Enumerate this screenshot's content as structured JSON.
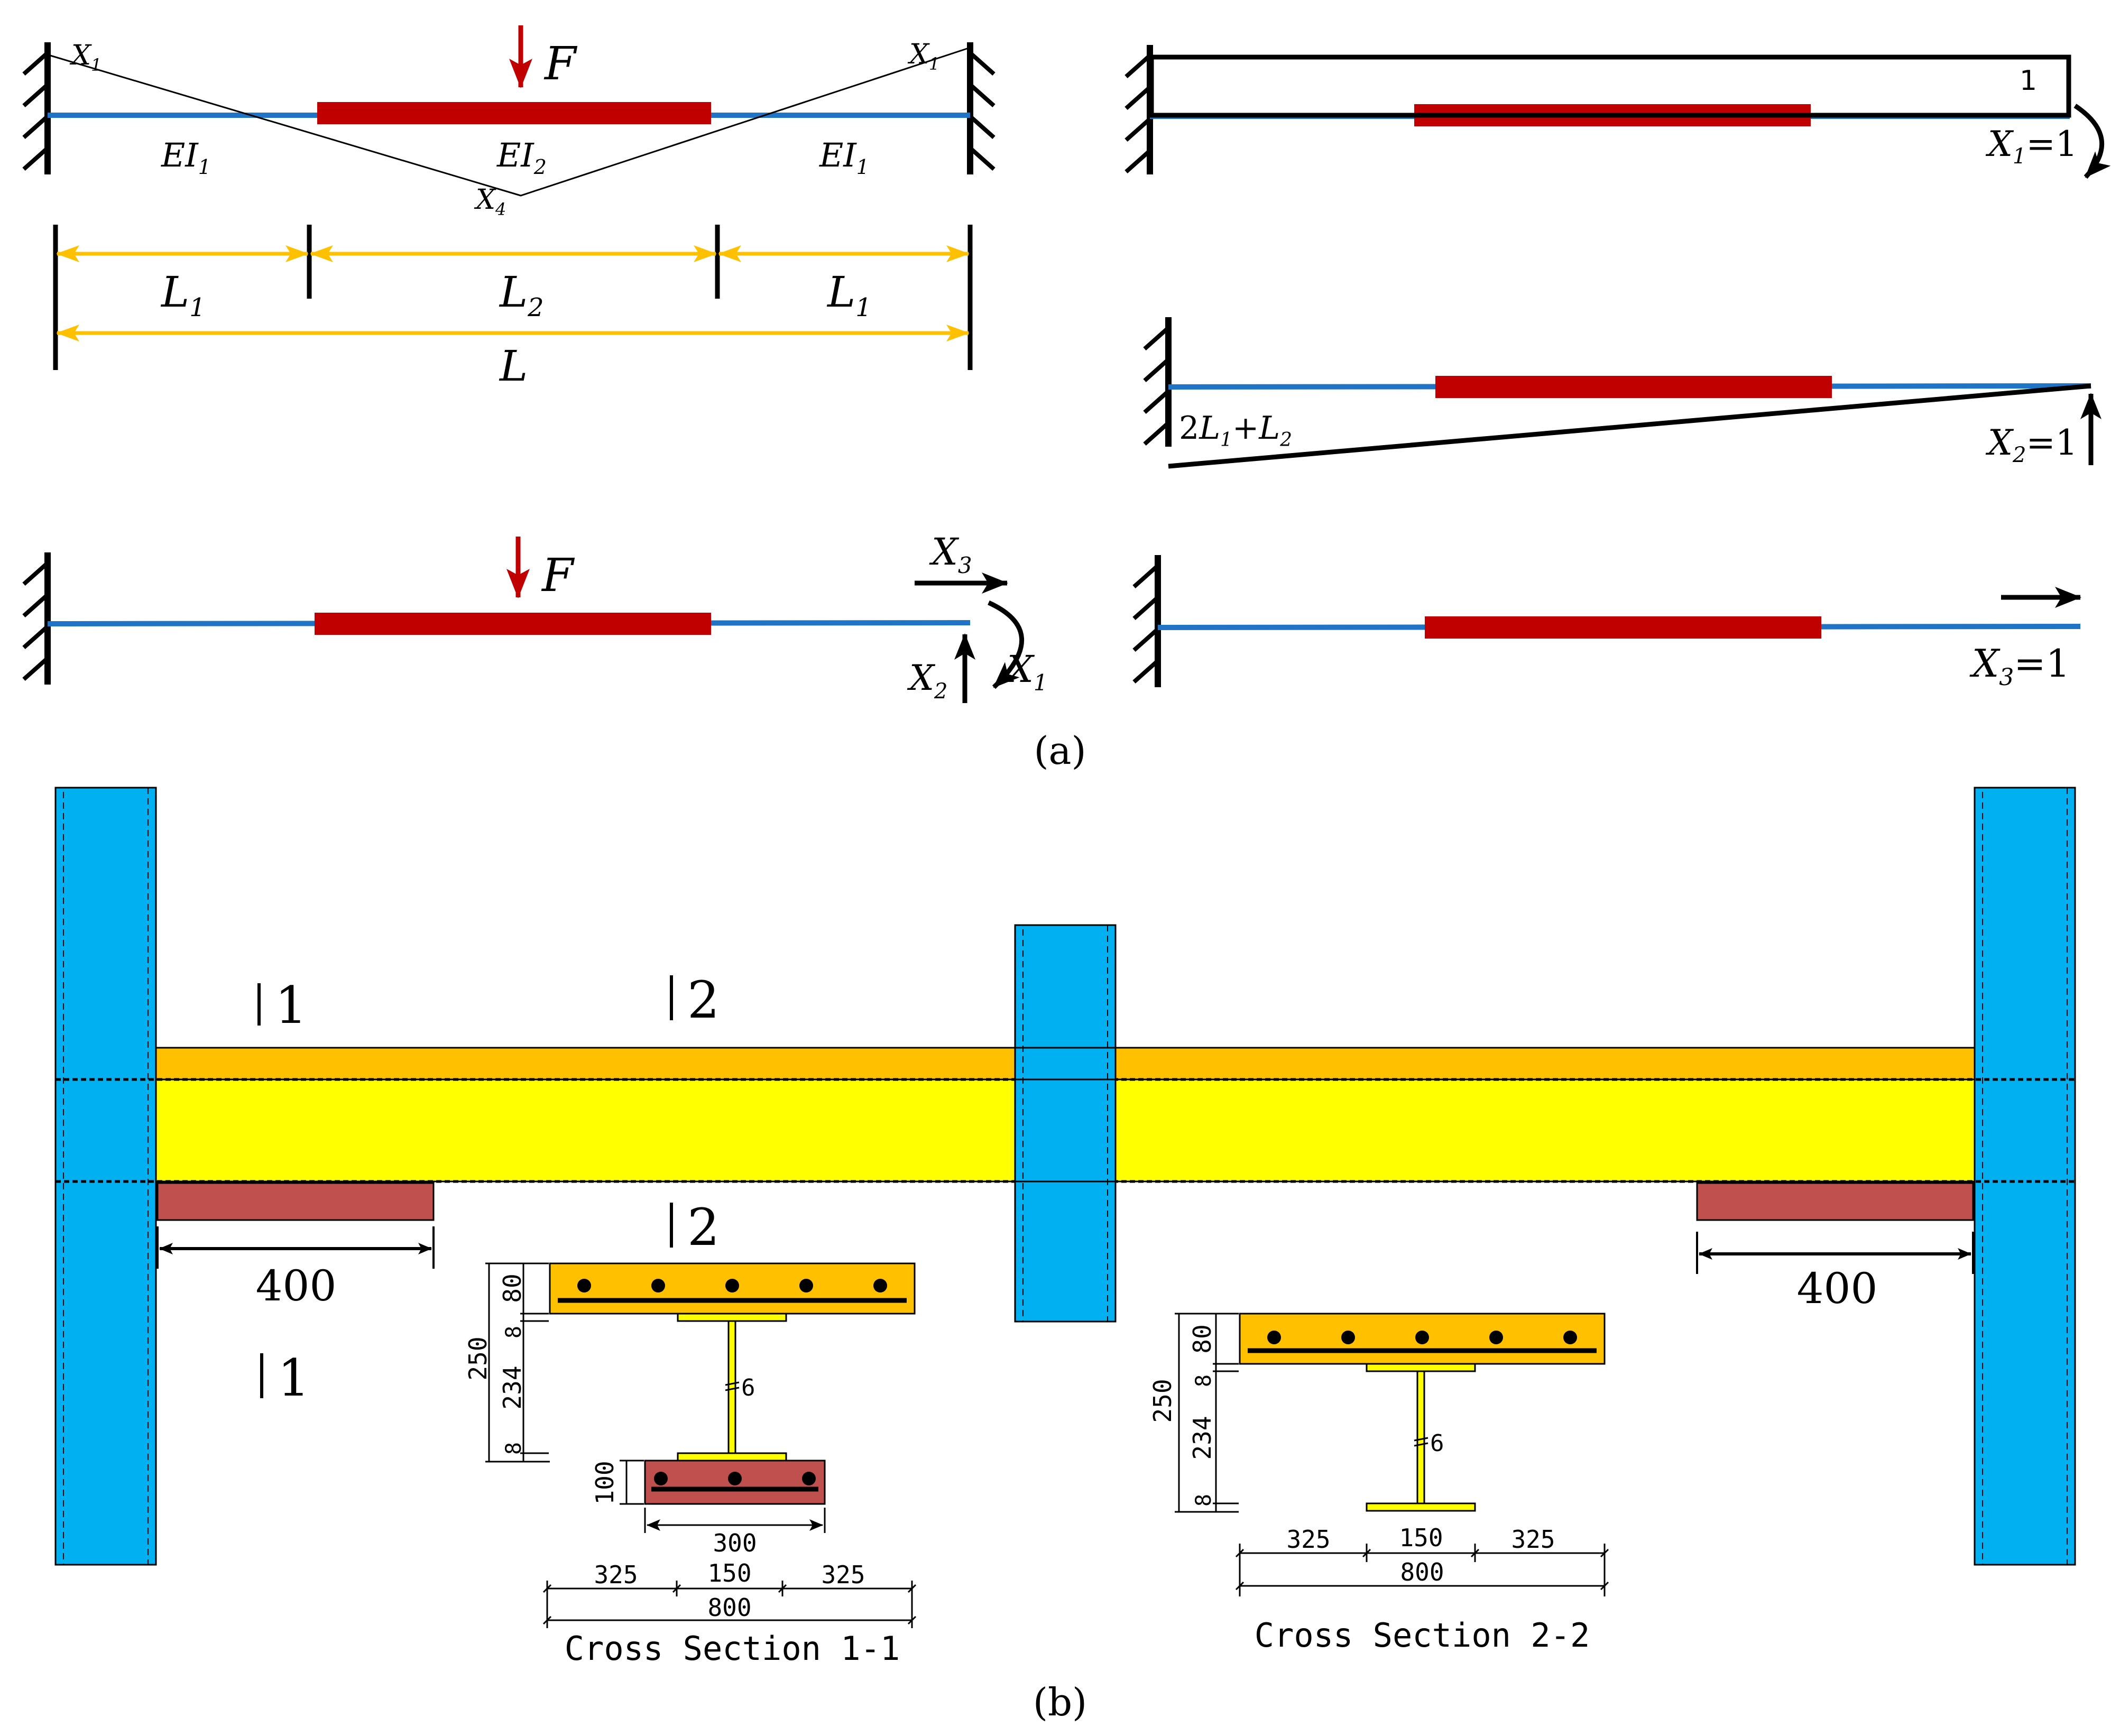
{
  "panel_a": {
    "label": "(a)",
    "force": "F",
    "stiffness": {
      "outer": "EI",
      "outer_sub": "1",
      "inner": "EI",
      "inner_sub": "2"
    },
    "moment_labels": {
      "x1": "X",
      "x1_sub": "1",
      "x4": "X",
      "x4_sub": "4"
    },
    "lengths": {
      "l": "L",
      "one_sub": "1",
      "two_sub": "2"
    },
    "right_top": {
      "ordinate": "1",
      "unit": "X",
      "unit_sub": "1",
      "unit_value": "=1"
    },
    "right_mid": {
      "ordinate_a": "2",
      "ordinate_b": "L",
      "ordinate_b_sub": "1",
      "ordinate_c": "+",
      "ordinate_d": "L",
      "ordinate_d_sub": "2",
      "unit": "X",
      "unit_sub": "2",
      "unit_value": "=1"
    },
    "left_bottom": {
      "x3": "X",
      "x3_sub": "3",
      "x2": "X",
      "x2_sub": "2",
      "x1": "X",
      "x1_sub": "1"
    },
    "right_bottom": {
      "unit": "X",
      "unit_sub": "3",
      "unit_value": "=1"
    }
  },
  "panel_b": {
    "label": "(b)",
    "section_marks": {
      "one": "1",
      "two": "2"
    },
    "dimension_left": "400",
    "dimension_right": "400",
    "section_1": {
      "title": "Cross Section 1-1",
      "heights": {
        "total": "250",
        "slab": "80",
        "flange_top": "8",
        "web": "234",
        "flange_bottom": "8",
        "bottom_slab": "100"
      },
      "web_thickness": "6",
      "bottom_width": "300",
      "widths": {
        "left": "325",
        "middle": "150",
        "right": "325",
        "total": "800"
      }
    },
    "section_2": {
      "title": "Cross Section 2-2",
      "heights": {
        "total": "250",
        "slab": "80",
        "flange_top": "8",
        "web": "234",
        "flange_bottom": "8"
      },
      "web_thickness": "6",
      "widths": {
        "left": "325",
        "middle": "150",
        "right": "325",
        "total": "800"
      }
    }
  },
  "colors": {
    "beam_line": "#1f74c6",
    "strengthened": "#c00000",
    "column": "#00b0f0",
    "slab": "#ffc000",
    "steel": "#ffff00",
    "concrete_bottom": "#c0504d",
    "dimension_arrow": "#ffc000"
  }
}
